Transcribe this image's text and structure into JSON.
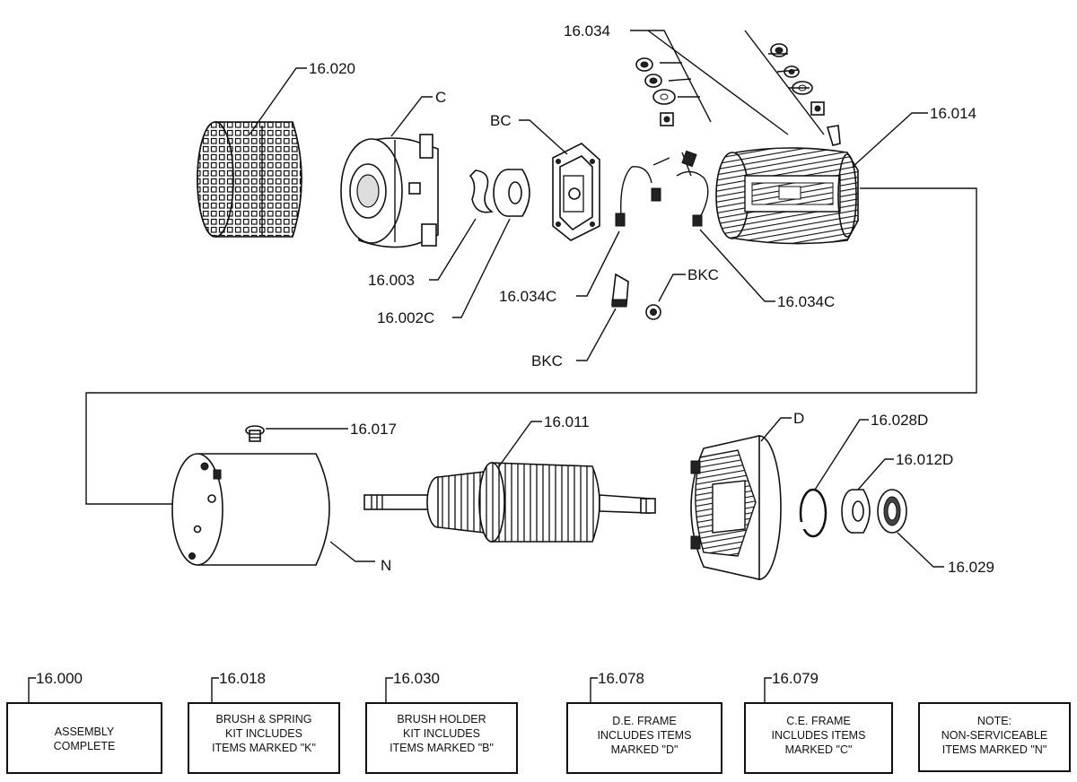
{
  "callouts": {
    "c16_034": "16.034",
    "c16_020": "16.020",
    "c_C": "C",
    "c_BC": "BC",
    "c16_014": "16.014",
    "c16_003": "16.003",
    "c16_002C": "16.002C",
    "c16_034C_left": "16.034C",
    "c_BKC_right": "BKC",
    "c16_034C_right": "16.034C",
    "c_BKC_left": "BKC",
    "c16_017": "16.017",
    "c16_011": "16.011",
    "c_D": "D",
    "c16_028D": "16.028D",
    "c16_012D": "16.012D",
    "c_N": "N",
    "c16_029": "16.029"
  },
  "kits": [
    {
      "number": "16.000",
      "line1": "ASSEMBLY",
      "line2": "COMPLETE",
      "line3": ""
    },
    {
      "number": "16.018",
      "line1": "BRUSH & SPRING",
      "line2": "KIT INCLUDES",
      "line3": "ITEMS MARKED \"K\""
    },
    {
      "number": "16.030",
      "line1": "BRUSH HOLDER",
      "line2": "KIT INCLUDES",
      "line3": "ITEMS MARKED \"B\""
    },
    {
      "number": "16.078",
      "line1": "D.E. FRAME",
      "line2": "INCLUDES ITEMS",
      "line3": "MARKED \"D\""
    },
    {
      "number": "16.079",
      "line1": "C.E. FRAME",
      "line2": "INCLUDES ITEMS",
      "line3": "MARKED \"C\""
    },
    {
      "number": "",
      "line1": "NOTE:",
      "line2": "NON-SERVICEABLE",
      "line3": "ITEMS MARKED \"N\""
    }
  ]
}
